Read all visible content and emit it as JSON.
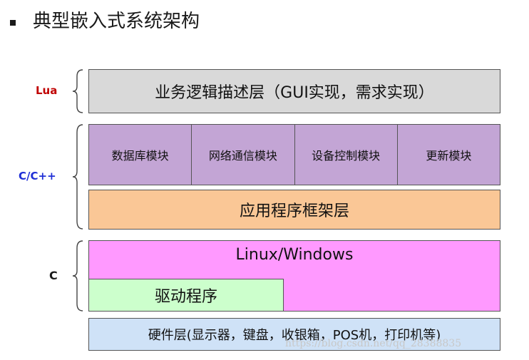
{
  "title": "典型嵌入式系统架构",
  "side_labels": {
    "lua": "Lua",
    "cpp": "C/C++",
    "c": "C"
  },
  "layers": {
    "business_logic": "业务逻辑描述层（GUI实现，需求实现）",
    "modules": [
      "数据库模块",
      "网络通信模块",
      "设备控制模块",
      "更新模块"
    ],
    "framework": "应用程序框架层",
    "os": "Linux/Windows",
    "driver": "驱动程序",
    "hardware": "硬件层(显示器，键盘，收银箱，POS机，打印机等)"
  },
  "watermark": "https://blog.csdn.net/qq_28388835",
  "colors": {
    "business_logic": "#d9d9d9",
    "modules": "#c3a5d5",
    "framework": "#fac796",
    "os": "#ff99ff",
    "driver": "#ccffcc",
    "hardware": "#cfe2f7",
    "lua_label": "#c00000",
    "cpp_label": "#1f2fd6"
  }
}
